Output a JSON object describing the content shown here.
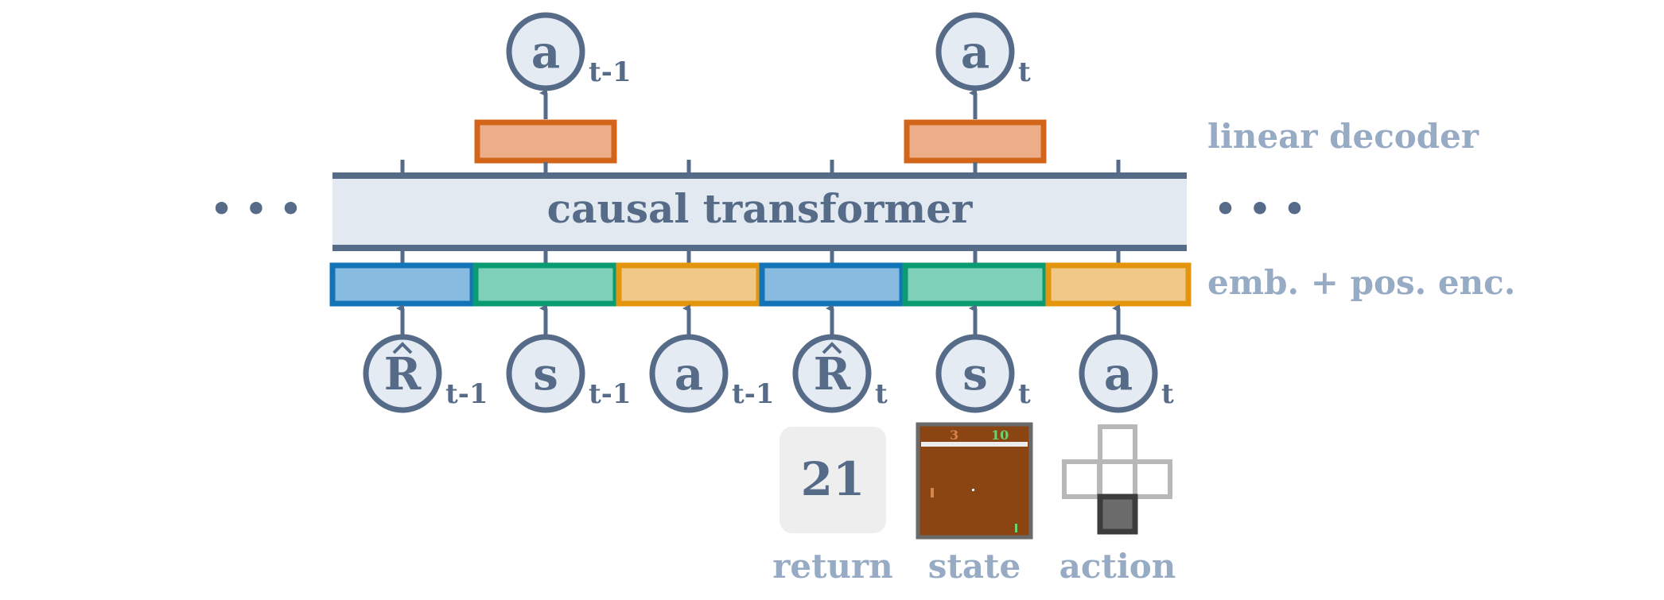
{
  "transformer": {
    "label": "causal transformer"
  },
  "side_labels": {
    "decoder": "linear decoder",
    "embedding": "emb. + pos. enc."
  },
  "ellipsis": {
    "left": "• • •",
    "right": "• • •"
  },
  "input_tokens": [
    {
      "symbol": "R",
      "hat": true,
      "subscript": "t-1",
      "kind": "return"
    },
    {
      "symbol": "s",
      "hat": false,
      "subscript": "t-1",
      "kind": "state"
    },
    {
      "symbol": "a",
      "hat": false,
      "subscript": "t-1",
      "kind": "action"
    },
    {
      "symbol": "R",
      "hat": true,
      "subscript": "t",
      "kind": "return"
    },
    {
      "symbol": "s",
      "hat": false,
      "subscript": "t",
      "kind": "state"
    },
    {
      "symbol": "a",
      "hat": false,
      "subscript": "t",
      "kind": "action"
    }
  ],
  "output_tokens": [
    {
      "symbol": "a",
      "subscript": "t-1"
    },
    {
      "symbol": "a",
      "subscript": "t"
    }
  ],
  "examples": {
    "return": {
      "value": "21",
      "caption": "return"
    },
    "state": {
      "caption": "state",
      "score_left": "3",
      "score_right": "10"
    },
    "action": {
      "caption": "action"
    }
  },
  "colors": {
    "stroke": "#566b88",
    "node_fill": "#e4ebf3",
    "transformer_fill": "#e2e9f1",
    "label_muted": "#97abc5",
    "return_fill": "#87bbdf",
    "return_border": "#1273b7",
    "state_fill": "#7fd0b9",
    "state_border": "#0b9b72",
    "action_fill": "#f0c887",
    "action_border": "#e3950e",
    "decoder_fill": "#ebae88",
    "decoder_border": "#d3651a",
    "pong_bg": "#8b4513",
    "pong_border": "#6a6a6a",
    "dpad_light": "#b8b8b8",
    "dpad_dark": "#555555"
  }
}
